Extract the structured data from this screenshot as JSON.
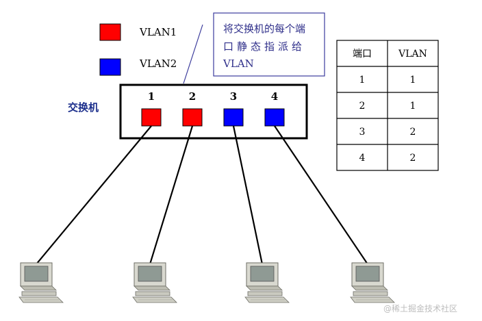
{
  "legend": {
    "vlan1_label": "VLAN1",
    "vlan2_label": "VLAN2",
    "vlan1_color": "#ff0000",
    "vlan2_color": "#0000ff"
  },
  "annotation": {
    "lines": [
      "将交换机的每个端",
      "口静态指派给",
      "VLAN"
    ]
  },
  "switch": {
    "label": "交换机",
    "ports": [
      {
        "number": "1",
        "vlan": 1
      },
      {
        "number": "2",
        "vlan": 1
      },
      {
        "number": "3",
        "vlan": 2
      },
      {
        "number": "4",
        "vlan": 2
      }
    ]
  },
  "table": {
    "headers": [
      "端口",
      "VLAN"
    ],
    "rows": [
      [
        "1",
        "1"
      ],
      [
        "2",
        "1"
      ],
      [
        "3",
        "2"
      ],
      [
        "4",
        "2"
      ]
    ]
  },
  "watermark": "@稀土掘金技术社区",
  "colors": {
    "annotation_border": "#3b3b9c",
    "annotation_text": "#2f2f8a",
    "switch_label": "#1c2f8c"
  }
}
